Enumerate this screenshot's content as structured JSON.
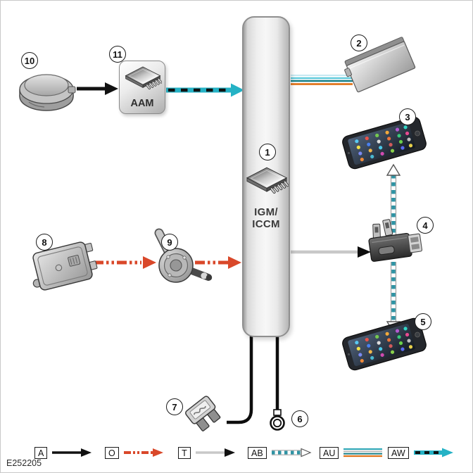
{
  "figure": {
    "id": "E252205"
  },
  "modules": {
    "igm_iccm": {
      "number": "1",
      "label_line1": "IGM/",
      "label_line2": "ICCM",
      "icon": "circuit-chip"
    },
    "display_panel": {
      "number": "2",
      "icon": "flat-display-panel"
    },
    "smartphone_upper": {
      "number": "3",
      "icon": "smartphone"
    },
    "usb_hub": {
      "number": "4",
      "icon": "usb-hub-module"
    },
    "smartphone_lower": {
      "number": "5",
      "icon": "smartphone"
    },
    "ring_terminal": {
      "number": "6",
      "icon": "ring-terminal"
    },
    "fuse": {
      "number": "7",
      "icon": "blade-fuse"
    },
    "display_module": {
      "number": "8",
      "icon": "control-module"
    },
    "steering_column_switch": {
      "number": "9",
      "icon": "steering-column-switch"
    },
    "cap": {
      "number": "10",
      "icon": "round-cap"
    },
    "aam": {
      "number": "11",
      "label": "AAM",
      "icon": "circuit-chip"
    }
  },
  "connections": [
    {
      "from": "10",
      "to": "11",
      "style": "A"
    },
    {
      "from": "11",
      "to": "1",
      "style": "AW"
    },
    {
      "from": "1",
      "to": "2",
      "style": "AU"
    },
    {
      "from": "8",
      "to": "9",
      "style": "O"
    },
    {
      "from": "9",
      "to": "1",
      "style": "O"
    },
    {
      "from": "1",
      "to": "4",
      "style": "T"
    },
    {
      "from": "4",
      "to": "3",
      "style": "AB"
    },
    {
      "from": "4",
      "to": "5",
      "style": "AB"
    },
    {
      "from": "1",
      "to": "7",
      "style": "wire"
    },
    {
      "from": "1",
      "to": "6",
      "style": "wire"
    }
  ],
  "legend": {
    "items": [
      {
        "code": "A",
        "line_style": "solid-black-arrow"
      },
      {
        "code": "O",
        "line_style": "orange-dash-dot-arrow"
      },
      {
        "code": "T",
        "line_style": "gray-solid-arrow"
      },
      {
        "code": "AB",
        "line_style": "teal-white-dashed-open-arrow"
      },
      {
        "code": "AU",
        "line_style": "multicolor-line-bundle"
      },
      {
        "code": "AW",
        "line_style": "teal-black-dashed-arrow"
      }
    ]
  },
  "colors": {
    "black": "#111111",
    "orange_red": "#d9482a",
    "gray_line": "#c8c8c8",
    "teal": "#25b2c5",
    "teal_dark": "#157f87",
    "teal_dash": "#2e93a3",
    "orange": "#e0741c"
  }
}
